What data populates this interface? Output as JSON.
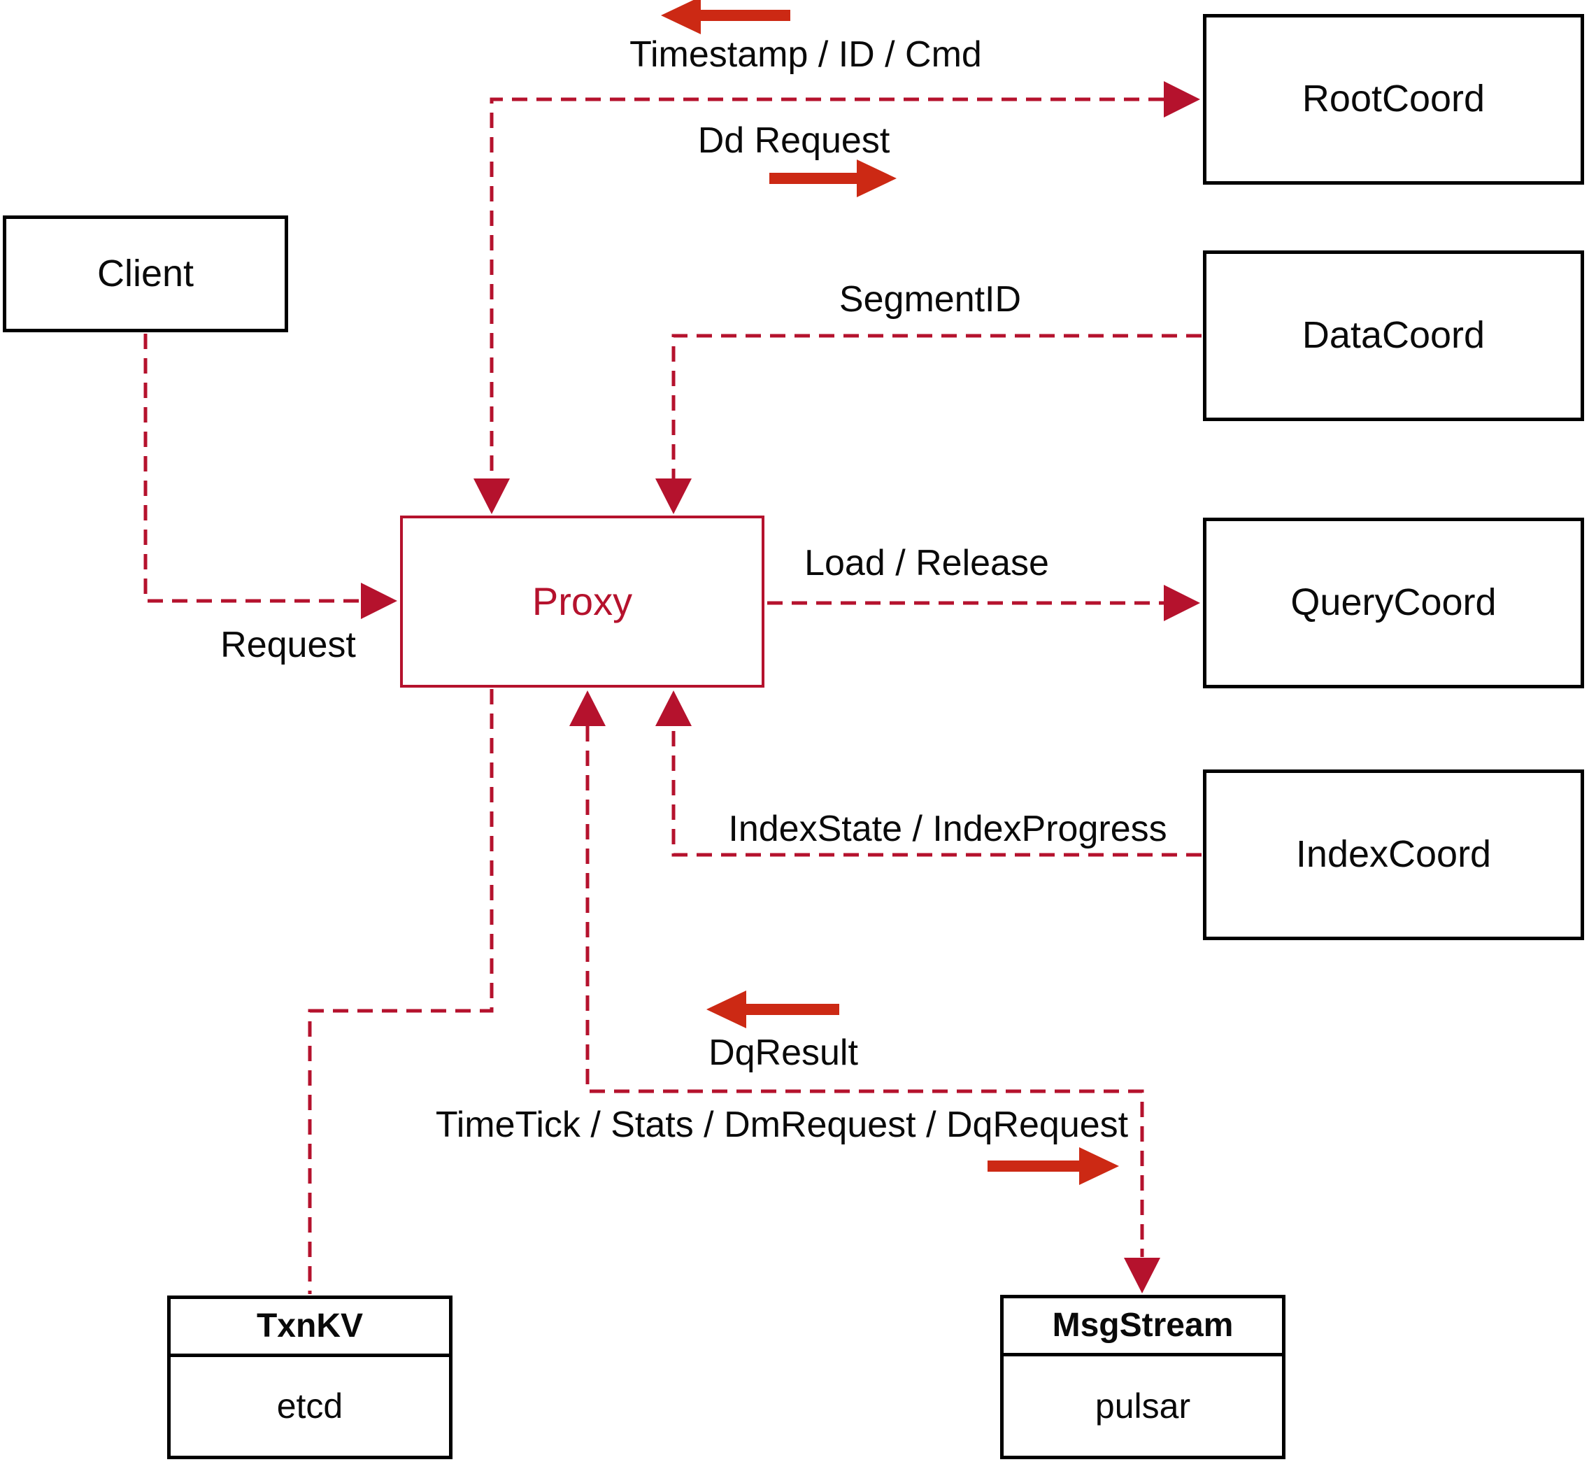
{
  "colors": {
    "background": "#ffffff",
    "box-border": "#000000",
    "text": "#0a0a0a",
    "dashed-red": "#b5122d",
    "arrow-red": "#cc2914",
    "proxy-red": "#b5122d"
  },
  "nodes": {
    "client": {
      "label": "Client"
    },
    "root_coord": {
      "label": "RootCoord"
    },
    "data_coord": {
      "label": "DataCoord"
    },
    "query_coord": {
      "label": "QueryCoord"
    },
    "index_coord": {
      "label": "IndexCoord"
    },
    "proxy": {
      "label": "Proxy"
    },
    "txn_kv": {
      "title": "TxnKV",
      "implementation": "etcd"
    },
    "msg_stream": {
      "title": "MsgStream",
      "implementation": "pulsar"
    }
  },
  "edge_labels": {
    "timestamp": "Timestamp / ID / Cmd",
    "dd_request": "Dd Request",
    "segment_id": "SegmentID",
    "load_release": "Load / Release",
    "request": "Request",
    "index_state": "IndexState / IndexProgress",
    "dq_result": "DqResult",
    "time_tick": "TimeTick / Stats / DmRequest / DqRequest"
  }
}
